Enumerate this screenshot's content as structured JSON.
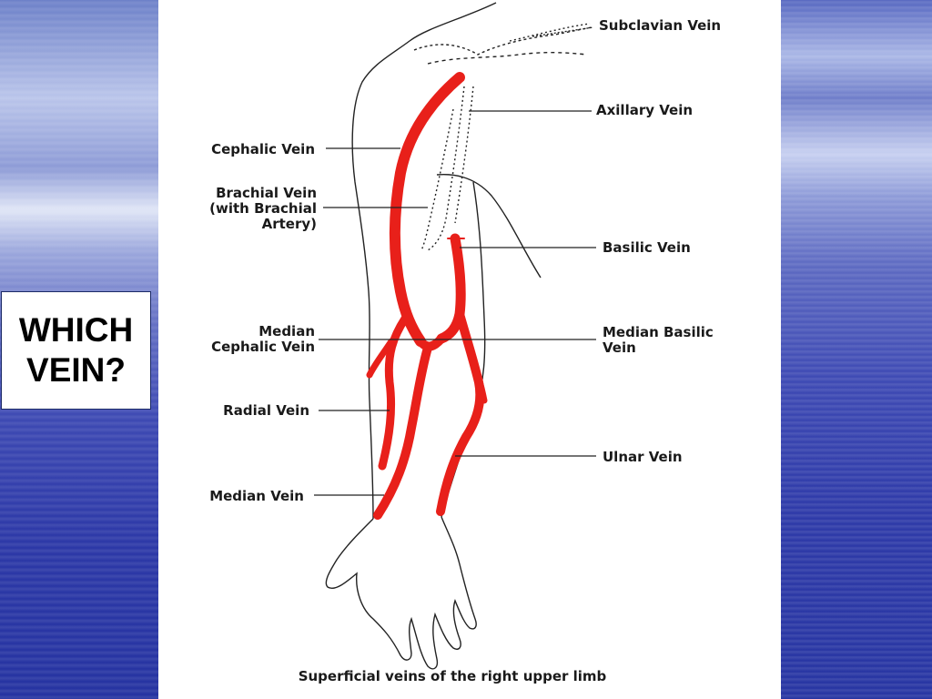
{
  "side_box": {
    "text": "WHICH\nVEIN?"
  },
  "labels": {
    "subclavian": "Subclavian Vein",
    "axillary": "Axillary Vein",
    "cephalic": "Cephalic Vein",
    "brachial_1": "Brachial Vein",
    "brachial_2": "(with Brachial",
    "brachial_3": "Artery)",
    "basilic": "Basilic Vein",
    "median_cephalic_1": "Median",
    "median_cephalic_2": "Cephalic Vein",
    "median_basilic_1": "Median Basilic",
    "median_basilic_2": "Vein",
    "radial": "Radial Vein",
    "ulnar": "Ulnar Vein",
    "median": "Median Vein"
  },
  "caption": "Superficial veins of the right upper limb",
  "colors": {
    "vein": "#e8201a",
    "panel": "#ffffff",
    "background": "#2e3aa8"
  }
}
